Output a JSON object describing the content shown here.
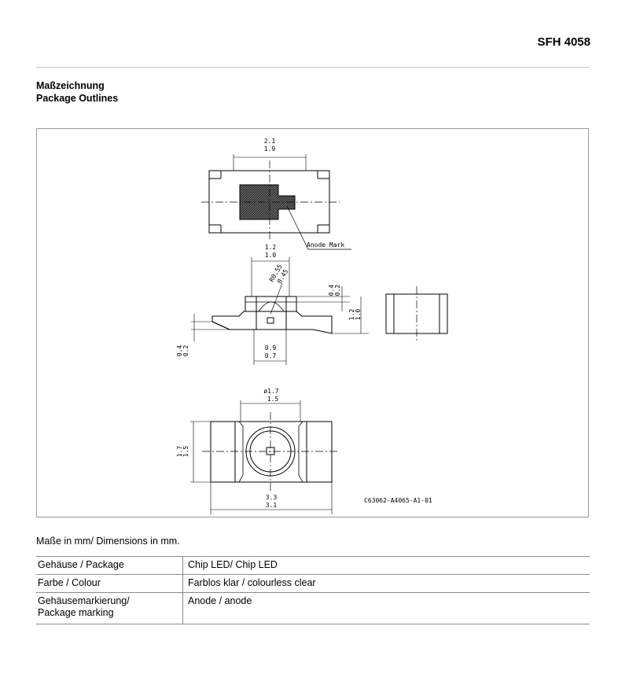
{
  "header": {
    "part_number": "SFH 4058"
  },
  "section": {
    "title_de": "Maßzeichnung",
    "title_en": "Package Outlines"
  },
  "drawing": {
    "top_view": {
      "width_max": "2.1",
      "width_min": "1.9",
      "anode_label": "Anode Mark"
    },
    "side_view": {
      "lens_max": "1.2",
      "lens_min": "1.0",
      "radius_max": "R0.55",
      "radius_min": "0.45",
      "cap_max": "0.4",
      "cap_min": "0.2",
      "height_max": "1.2",
      "height_min": "1.0",
      "lead_max": "0.4",
      "lead_min": "0.2",
      "pad_max": "0.9",
      "pad_min": "0.7"
    },
    "bottom_view": {
      "dia_max": "ø1.7",
      "dia_min": "1.5",
      "height_max": "1.7",
      "height_min": "1.5",
      "length_max": "3.3",
      "length_min": "3.1"
    },
    "drawing_number": "C63062-A4065-A1-01"
  },
  "dimension_note": "Maße in mm/ Dimensions in mm.",
  "spec_table": [
    {
      "key_line1": "Gehäuse / Package",
      "key_line2": "",
      "value": "Chip LED/ Chip LED"
    },
    {
      "key_line1": "Farbe / Colour",
      "key_line2": "",
      "value": "Farblos klar / colourless clear"
    },
    {
      "key_line1": "Gehäusemarkierung/",
      "key_line2": "Package marking",
      "value": "Anode / anode"
    }
  ]
}
